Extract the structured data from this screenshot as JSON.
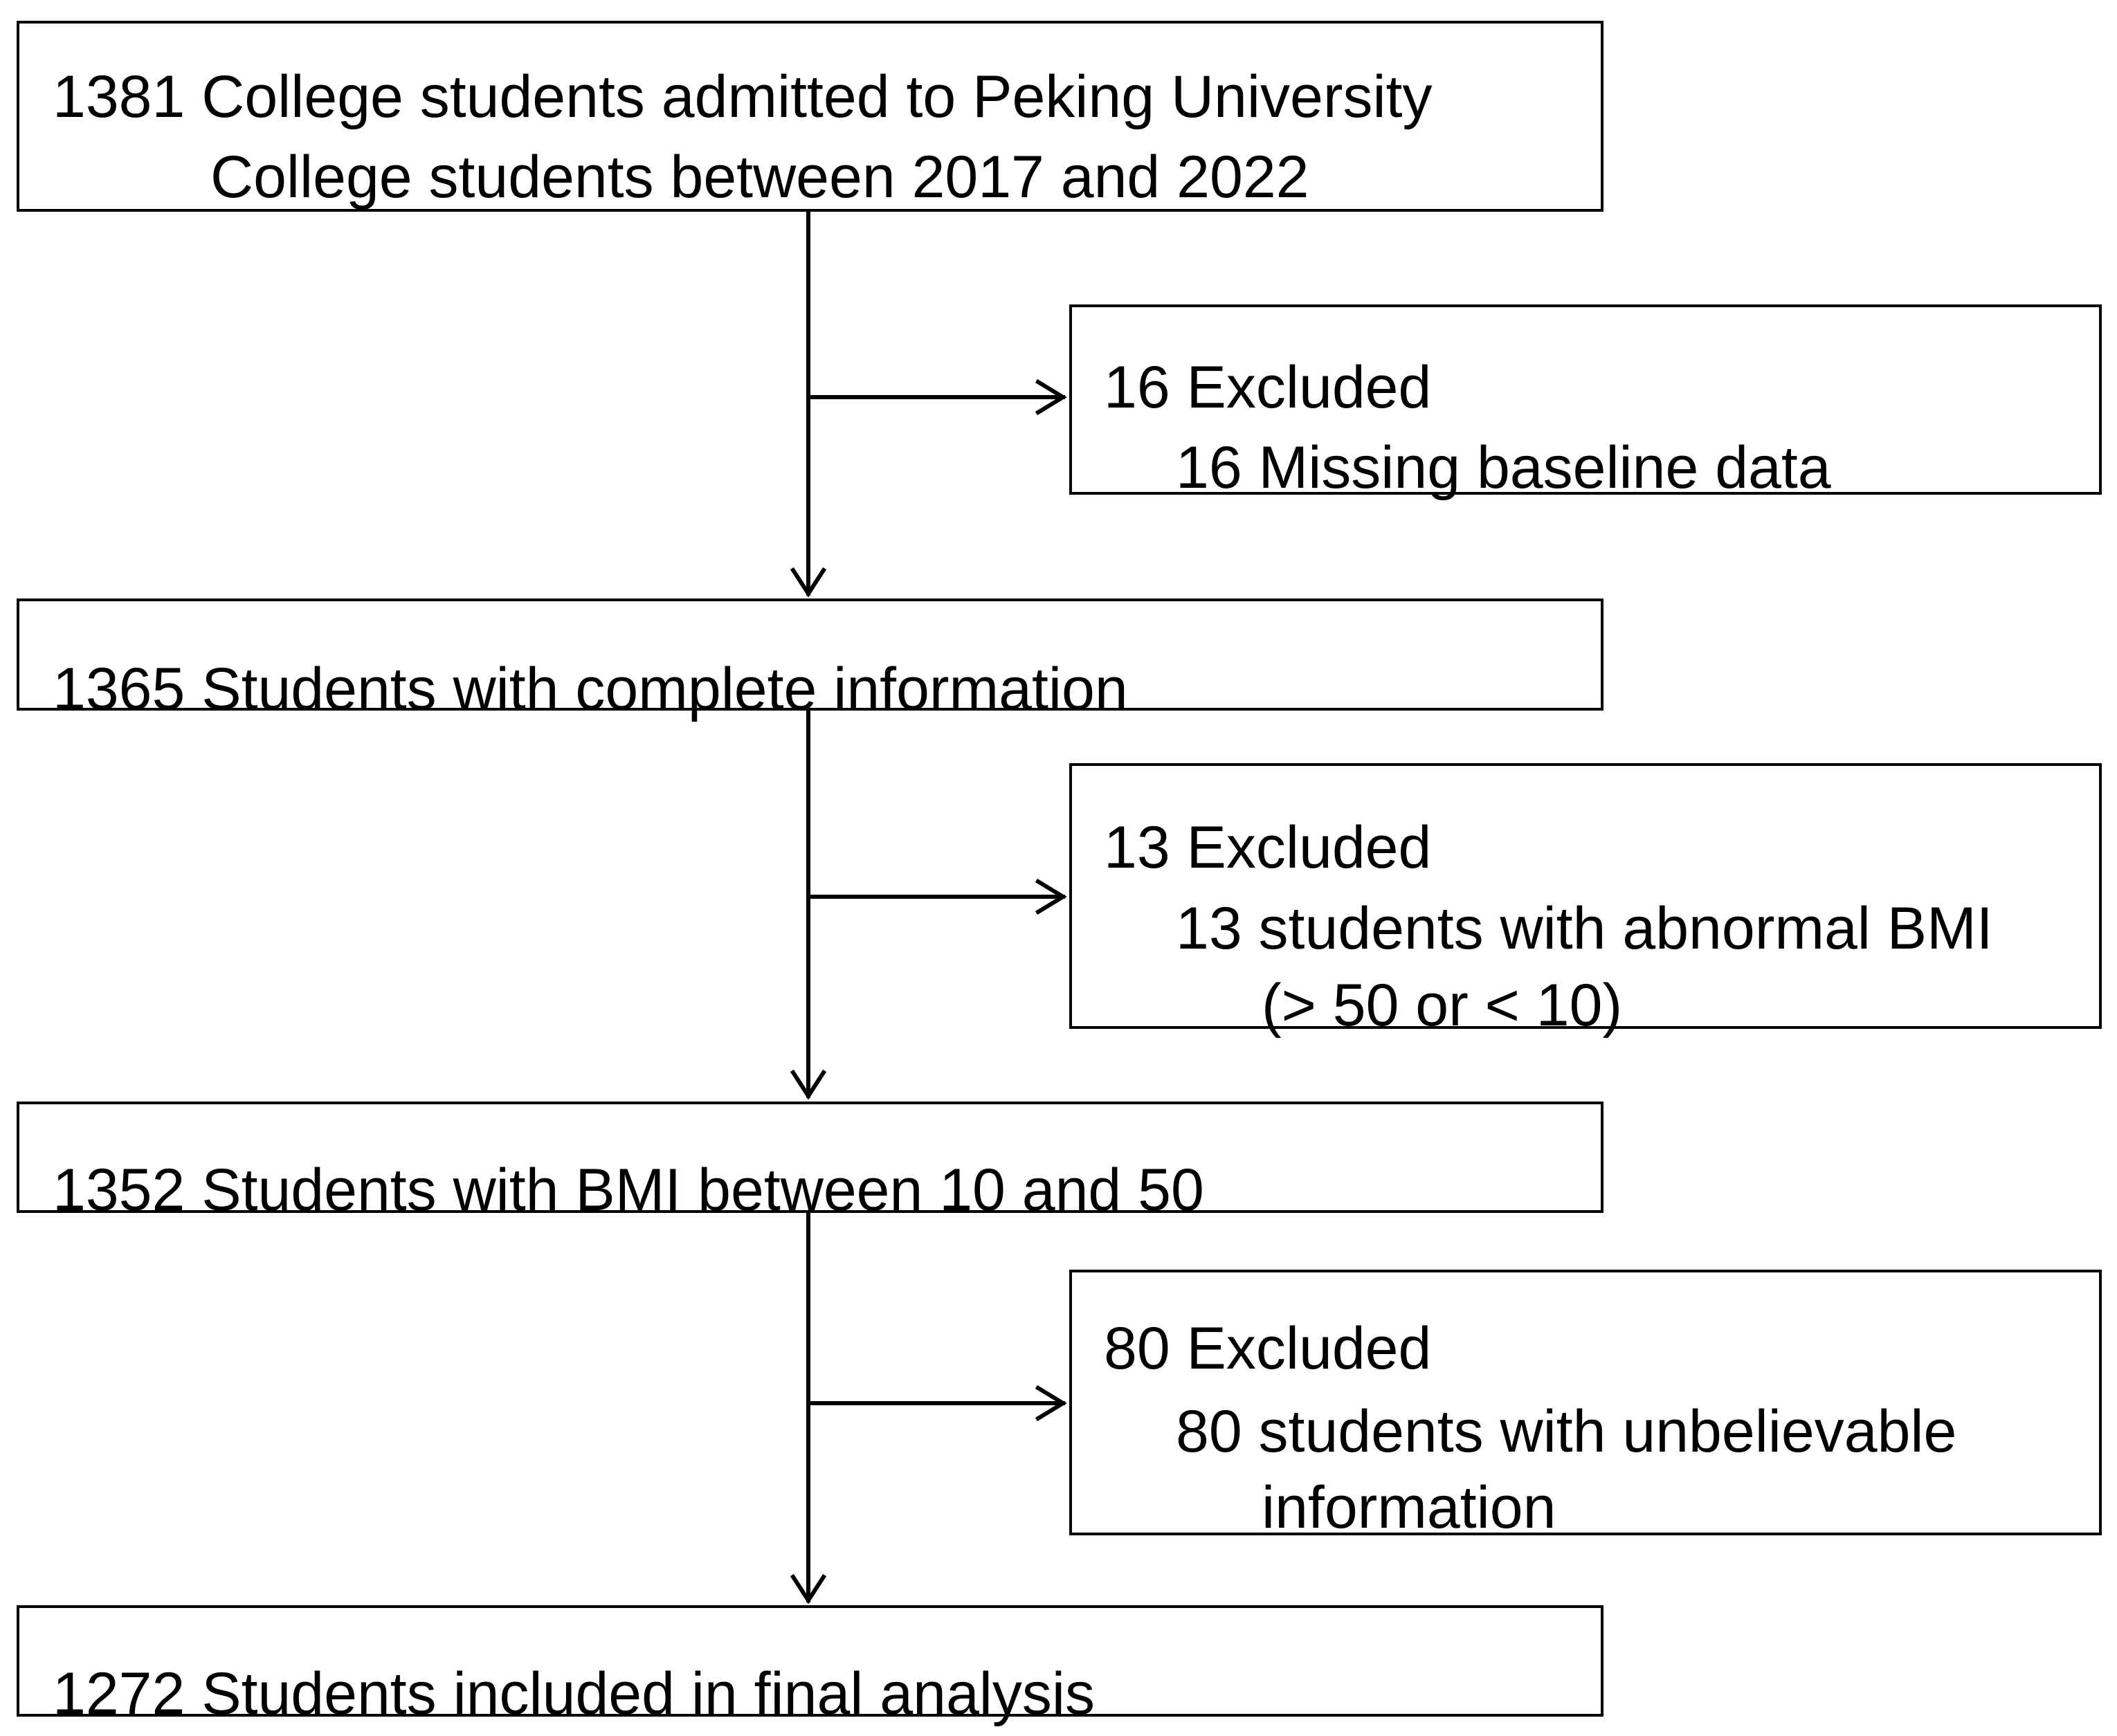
{
  "stages": [
    {
      "id": "enrolled",
      "lines": [
        "1381 College students admitted to Peking University",
        "College students between 2017 and 2022"
      ]
    },
    {
      "id": "complete",
      "lines": [
        "1365 Students with complete information"
      ]
    },
    {
      "id": "bmi-range",
      "lines": [
        "1352 Students with BMI between 10 and 50"
      ]
    },
    {
      "id": "final",
      "lines": [
        "1272 Students included in final analysis"
      ]
    }
  ],
  "exclusions": [
    {
      "id": "missing",
      "title": "16 Excluded",
      "lines": [
        "16 Missing baseline data"
      ]
    },
    {
      "id": "abnormal-bmi",
      "title": "13 Excluded",
      "lines": [
        "13 students with abnormal BMI",
        "(> 50 or < 10)"
      ]
    },
    {
      "id": "unbelievable",
      "title": "80 Excluded",
      "lines": [
        "80 students with unbelievable",
        "information"
      ]
    }
  ]
}
